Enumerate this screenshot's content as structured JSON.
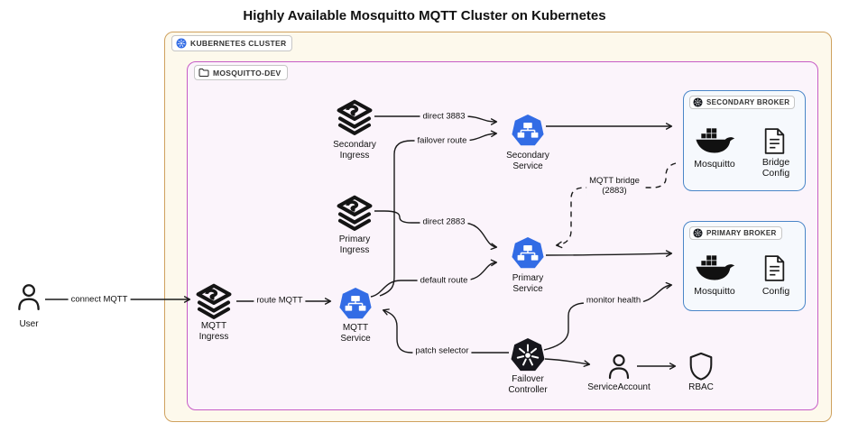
{
  "title": "Highly Available Mosquitto MQTT Cluster on Kubernetes",
  "cluster_label": "KUBERNETES CLUSTER",
  "namespace_label": "MOSQUITTO-DEV",
  "nodes": {
    "user": "User",
    "mqtt_ingress": "MQTT\nIngress",
    "secondary_ingress": "Secondary\nIngress",
    "primary_ingress": "Primary\nIngress",
    "mqtt_service": "MQTT\nService",
    "secondary_service": "Secondary\nService",
    "primary_service": "Primary\nService",
    "failover_controller": "Failover\nController",
    "service_account": "ServiceAccount",
    "rbac": "RBAC"
  },
  "brokers": {
    "secondary": {
      "label": "SECONDARY BROKER",
      "mosquitto": "Mosquitto",
      "config": "Bridge\nConfig"
    },
    "primary": {
      "label": "PRIMARY BROKER",
      "mosquitto": "Mosquitto",
      "config": "Config"
    }
  },
  "edges": {
    "connect_mqtt": "connect MQTT",
    "route_mqtt": "route MQTT",
    "direct_3883": "direct 3883",
    "failover_route": "failover route",
    "direct_2883": "direct 2883",
    "default_route": "default route",
    "mqtt_bridge": "MQTT bridge\n(2883)",
    "monitor_health": "monitor health",
    "patch_selector": "patch selector"
  },
  "colors": {
    "kubernetes_blue": "#326ce5",
    "cluster_border": "#cfa15e",
    "cluster_bg": "#fdf9ec",
    "namespace_border": "#c65cc6",
    "namespace_bg": "#fbf4fb",
    "broker_border": "#4a86c8",
    "broker_bg": "#f6f9fd",
    "edge": "#1a1a1a",
    "icon_black": "#16161c"
  }
}
